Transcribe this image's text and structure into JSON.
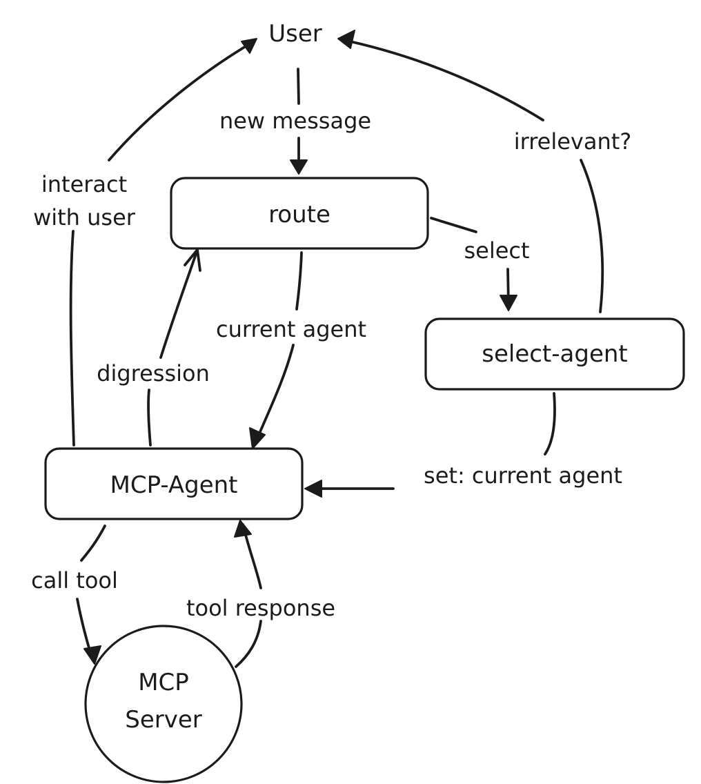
{
  "nodes": {
    "user": "User",
    "route": "route",
    "select_agent": "select-agent",
    "mcp_agent": "MCP-Agent",
    "mcp_server_line1": "MCP",
    "mcp_server_line2": "Server"
  },
  "edges": {
    "new_message": "new message",
    "irrelevant": "irrelevant?",
    "interact_line1": "interact",
    "interact_line2": "with user",
    "select": "select",
    "current_agent": "current agent",
    "digression": "digression",
    "set_current_agent": "set: current agent",
    "call_tool": "call tool",
    "tool_response": "tool response"
  }
}
